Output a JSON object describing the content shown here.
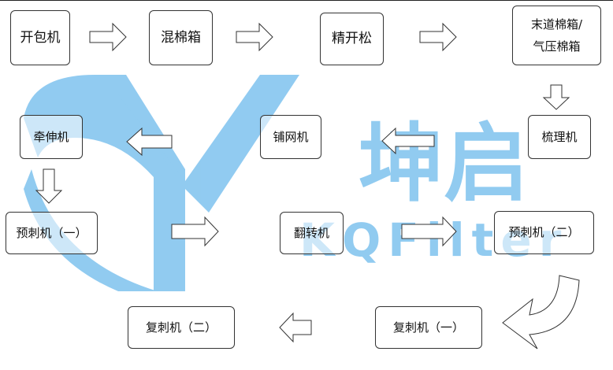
{
  "nodes": {
    "kaibao": "开包机",
    "hunmian": "混棉箱",
    "jingkaisong": "精开松",
    "modao_line1": "末道棉箱/",
    "modao_line2": "气压棉箱",
    "shuli": "梳理机",
    "puwang": "铺网机",
    "qianshen": "牵伸机",
    "yuci1": "预刺机（一）",
    "fanzhuan": "翻转机",
    "yuci2": "预刺机（二）",
    "fuci1": "复刺机（一）",
    "fuci2": "复刺机（二）"
  },
  "watermark": {
    "chinese": "坤启",
    "latin": "KQFilter"
  },
  "colors": {
    "watermark": "#7ec2ee",
    "border": "#333333",
    "arrow_fill": "#ffffff"
  }
}
